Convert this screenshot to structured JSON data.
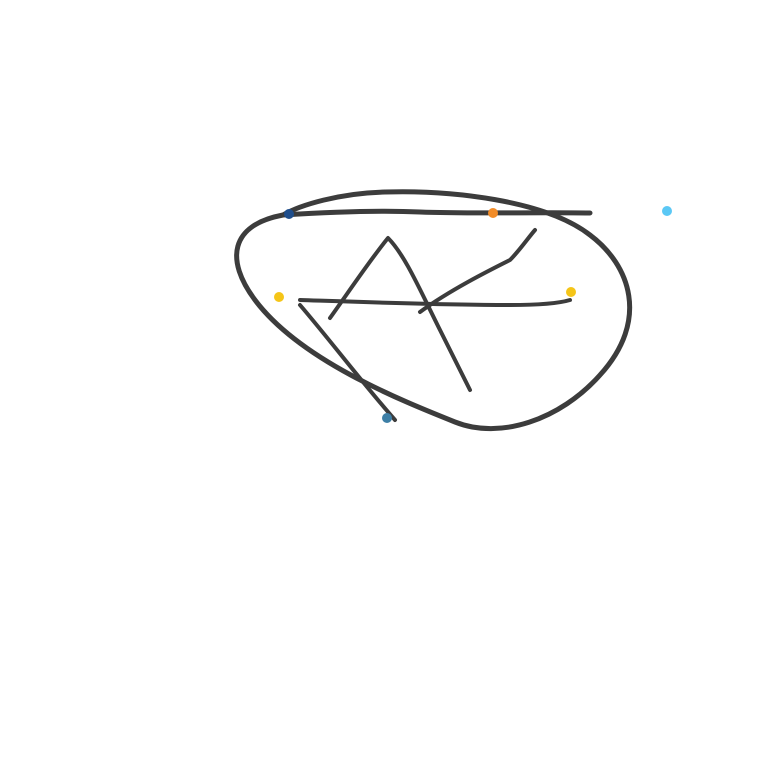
{
  "drawing": {
    "stroke_color": "#3c3c3c",
    "background": "#ffffff"
  },
  "nodes": [
    {
      "name": "node-dark-blue",
      "color": "#1f4e8c"
    },
    {
      "name": "node-orange-top",
      "color": "#f28c28"
    },
    {
      "name": "node-light-blue",
      "color": "#5bc8f5"
    },
    {
      "name": "node-yellow-left",
      "color": "#f5c518"
    },
    {
      "name": "node-yellow-right",
      "color": "#f5c518"
    },
    {
      "name": "node-steel-blue",
      "color": "#3d7fa6"
    }
  ]
}
